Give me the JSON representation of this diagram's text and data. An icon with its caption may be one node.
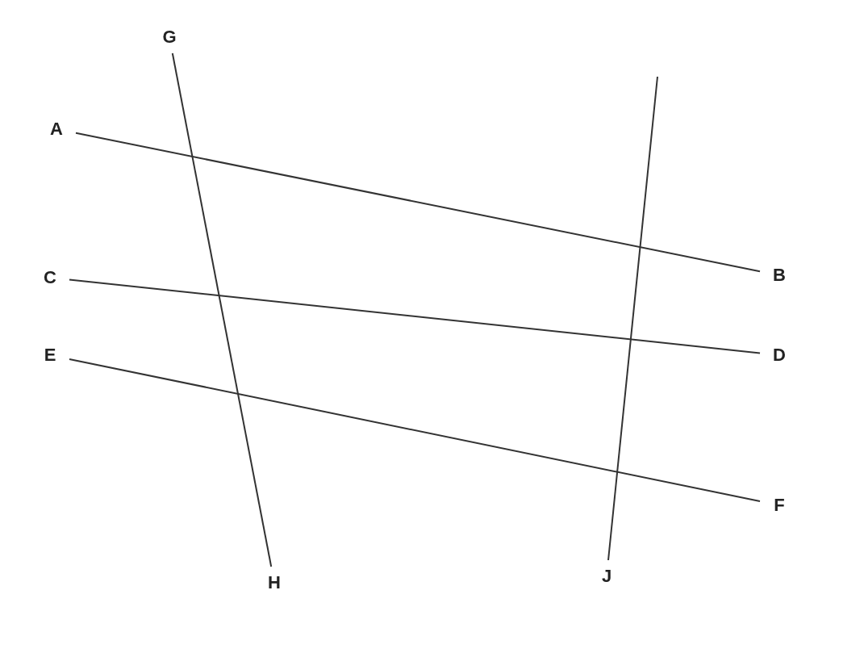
{
  "diagram": {
    "nodes": [
      {
        "text": [
          "A"
        ]
      },
      {
        "text": [
          "B"
        ]
      },
      {
        "text": [
          "C"
        ]
      },
      {
        "text": [
          "D"
        ]
      },
      {
        "text": [
          "E"
        ]
      },
      {
        "text": [
          "F"
        ]
      },
      {
        "text": [
          "G"
        ]
      },
      {
        "text": [
          "H"
        ]
      },
      {
        "text": [
          "J"
        ]
      }
    ],
    "edges": [
      {
        "from": 0,
        "to": 1,
        "arrow": "none"
      },
      {
        "from": 2,
        "to": 3,
        "arrow": "none"
      },
      {
        "from": 4,
        "to": 5,
        "arrow": "none"
      },
      {
        "from": 6,
        "to": 7,
        "arrow": "none"
      },
      {
        "from": 8,
        "to": null,
        "arrow": "none"
      }
    ]
  }
}
